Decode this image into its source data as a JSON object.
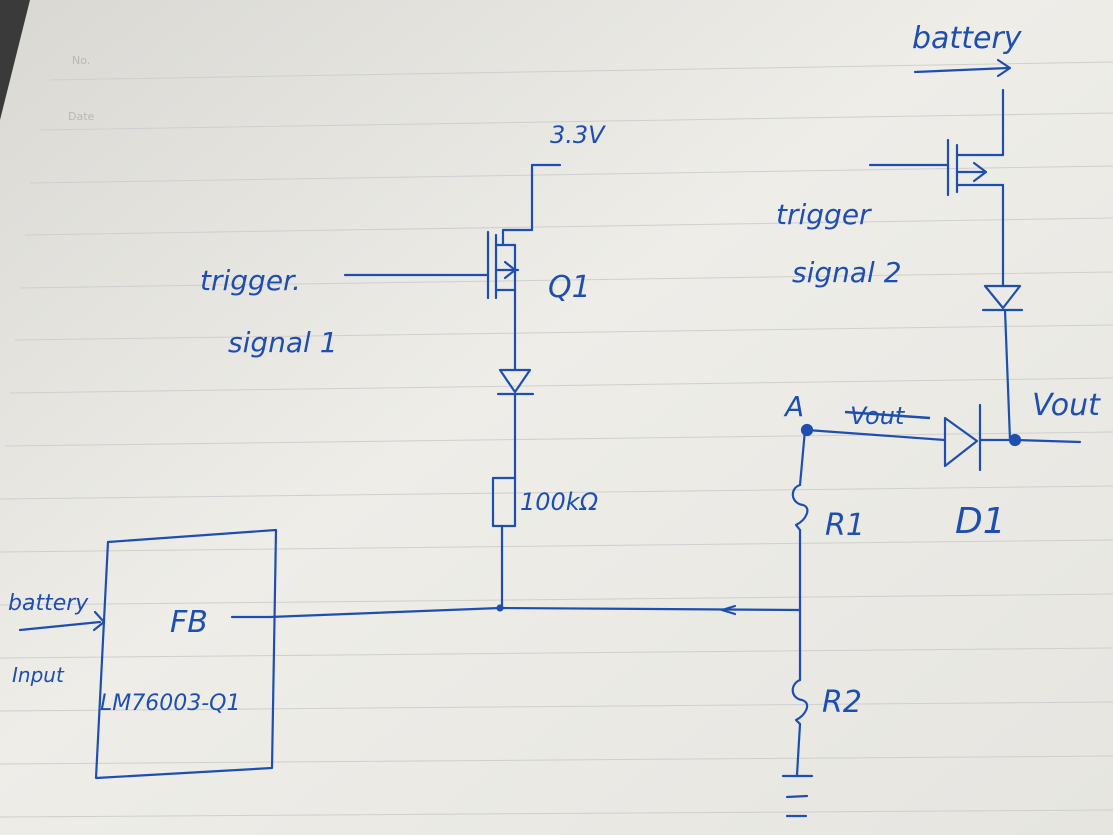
{
  "header": {
    "no_label": "No.",
    "date_label": "Date"
  },
  "labels": {
    "supply_3v3": "3.3V",
    "battery_top": "battery",
    "trigger1_line1": "trigger.",
    "trigger1_line2": "signal 1",
    "q1": "Q1",
    "trigger2_line1": "trigger",
    "trigger2_line2": "signal 2",
    "resistor_100k": "100kΩ",
    "node_a": "A",
    "vout_struck": "Vout",
    "vout": "Vout",
    "r1": "R1",
    "d1": "D1",
    "r2": "R2",
    "battery_input_line1": "battery",
    "battery_input_line2": "Input",
    "fb": "FB",
    "ic_part": "LM76003-Q1"
  },
  "colors": {
    "ink": "#1e4fb0",
    "paper": "#ecebe6",
    "rule": "#c9c9c9"
  }
}
